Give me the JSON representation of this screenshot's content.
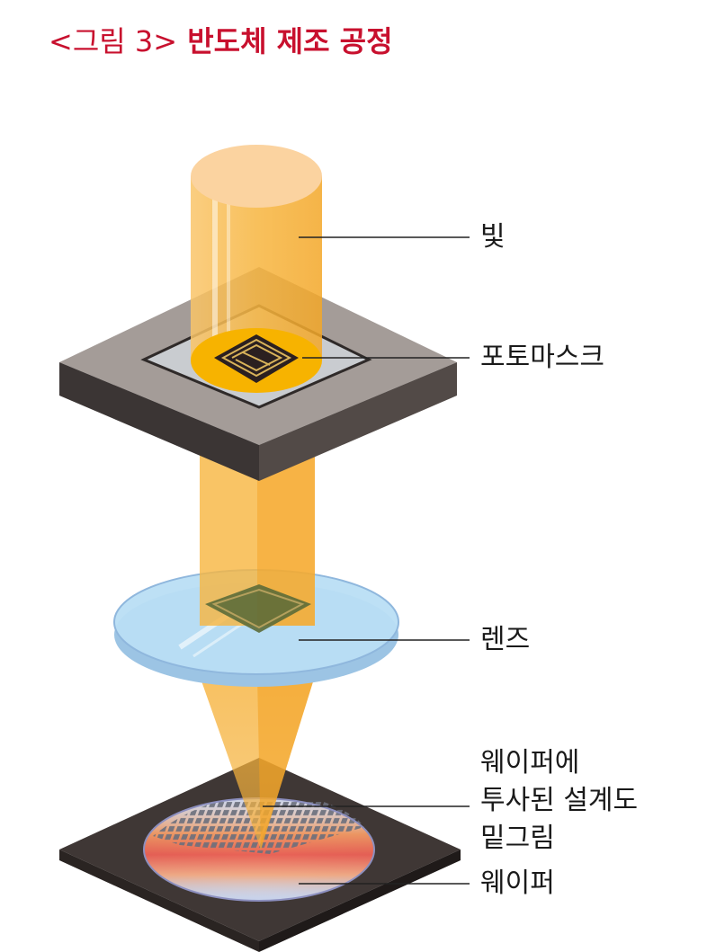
{
  "title": {
    "prefix": "<그림 3>",
    "main": "반도체 제조 공정"
  },
  "labels": {
    "light": "빛",
    "photomask": "포토마스크",
    "lens": "렌즈",
    "projected_pattern": [
      "웨이퍼에",
      "투사된 설계도",
      "밑그림"
    ],
    "wafer": "웨이퍼"
  },
  "colors": {
    "title": "#c8102e",
    "beam": "#f7b53f",
    "mask_frame_top": "#a49c98",
    "mask_frame_side": "#4a4442",
    "lens": "#b9def4",
    "wafer_base": "#3f3735",
    "leader_line": "#222222"
  }
}
